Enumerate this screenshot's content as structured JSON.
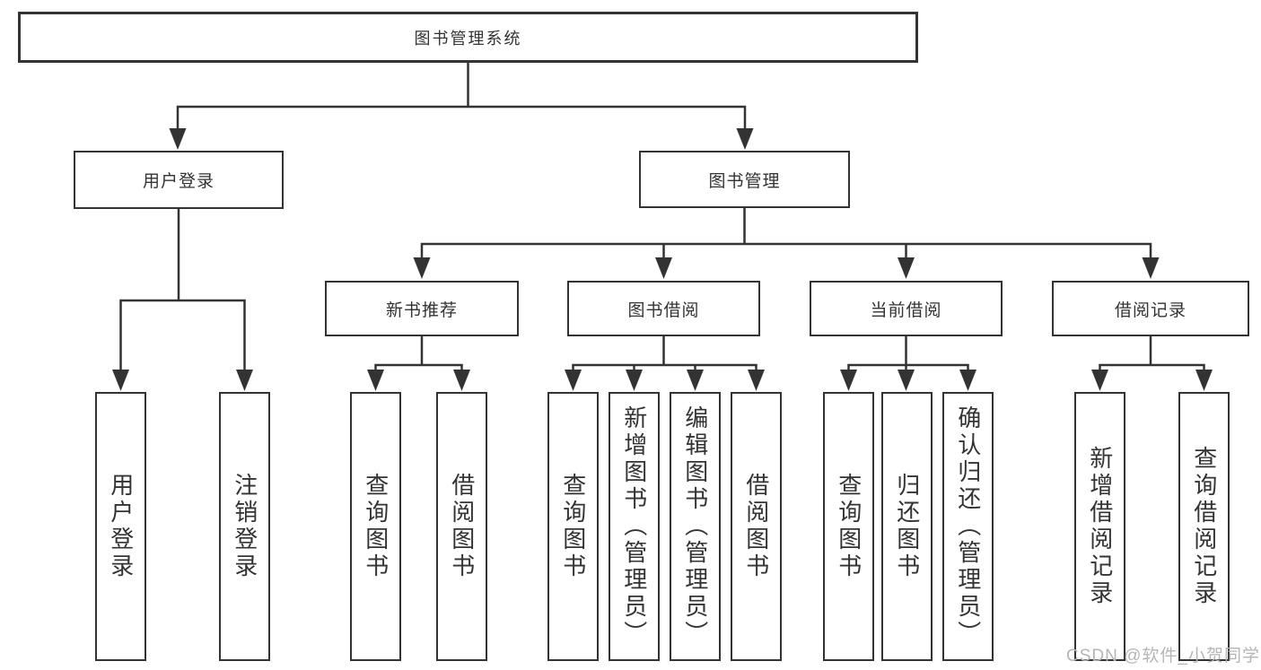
{
  "root": {
    "label": "图书管理系统"
  },
  "level1": [
    {
      "label": "用户登录"
    },
    {
      "label": "图书管理"
    }
  ],
  "level2": [
    {
      "label": "新书推荐"
    },
    {
      "label": "图书借阅"
    },
    {
      "label": "当前借阅"
    },
    {
      "label": "借阅记录"
    }
  ],
  "leaves": {
    "user_login": [
      {
        "label": "用户登录"
      },
      {
        "label": "注销登录"
      }
    ],
    "new_books": [
      {
        "label": "查询图书"
      },
      {
        "label": "借阅图书"
      }
    ],
    "book_borrow": [
      {
        "label": "查询图书"
      },
      {
        "label": "新增图书（管理员）"
      },
      {
        "label": "编辑图书（管理员）"
      },
      {
        "label": "借阅图书"
      }
    ],
    "current_borrow": [
      {
        "label": "查询图书"
      },
      {
        "label": "归还图书"
      },
      {
        "label": "确认归还（管理员）"
      }
    ],
    "borrow_records": [
      {
        "label": "新增借阅记录"
      },
      {
        "label": "查询借阅记录"
      }
    ]
  },
  "watermark": {
    "text": "CSDN @软件_小贺同学"
  },
  "colors": {
    "line": "#333333",
    "box_bg": "#ffffff",
    "watermark": "#b5b5b5"
  }
}
